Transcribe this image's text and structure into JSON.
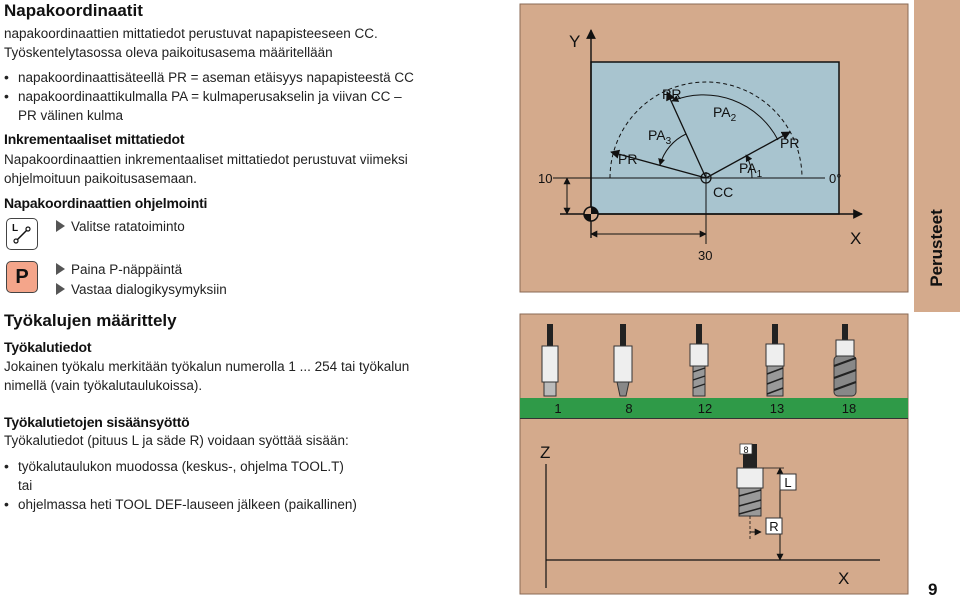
{
  "polar": {
    "title": "Napakoordinaatit",
    "intro_line1": "napakoordinaattien mittatiedot perustuvat napapisteeseen CC.",
    "intro_line2": "Työskentelytasossa oleva paikoitusasema määritellään",
    "bullets": [
      "napakoordinaattisäteellä PR = aseman etäisyys napapisteestä CC",
      "napakoordinaattikulmalla PA = kulmaperusakselin ja viivan CC –"
    ],
    "bullet2_cont": "PR välinen kulma",
    "incr_heading": "Inkrementaaliset mittatiedot",
    "incr_line1": "Napakoordinaattien inkrementaaliset mittatiedot perustuvat viimeksi",
    "incr_line2": "ohjelmoituun  paikoitusasemaan.",
    "prog_heading": "Napakoordinaattien ohjelmointi",
    "step1": "Valitse  ratatoiminto",
    "key_l_label": "L",
    "key_p_label": "P",
    "step2": "Paina  P-näppäintä",
    "step3": "Vastaa  dialogikysymyksiin"
  },
  "tools": {
    "title": "Työkalujen määrittely",
    "data_heading": "Työkalutiedot",
    "data_line1": "Jokainen työkalu merkitään työkalun numerolla 1 ... 254 tai työkalun",
    "data_line2": "nimellä  (vain  työkalutaulukoissa).",
    "entry_heading": "Työkalutietojen sisäänsyöttö",
    "entry_line": "Työkalutiedot (pituus L ja säde R) voidaan syöttää sisään:",
    "bullet1": "työkalutaulukon muodossa (keskus-, ohjelma TOOL.T)",
    "or": "tai",
    "bullet2": "ohjelmassa heti TOOL DEF-lauseen jälkeen (paikallinen)"
  },
  "diagram1": {
    "y_axis": "Y",
    "x_axis": "X",
    "pr_top": "PR",
    "pa2_base": "PA",
    "pa2_sub": "2",
    "pa3_base": "PA",
    "pa3_sub": "3",
    "pr_right": "PR",
    "pr_left": "PR",
    "pa1_base": "PA",
    "pa1_sub": "1",
    "cc": "CC",
    "y_value": "10",
    "zero_deg": "0°",
    "x_value": "30"
  },
  "diagram2": {
    "tool_numbers": [
      "1",
      "8",
      "12",
      "13",
      "18"
    ],
    "z_axis": "Z",
    "x_axis": "X",
    "tool_label": "8",
    "length_label": "L",
    "radius_label": "R"
  },
  "side_tab": "Perusteet",
  "page_number": "9",
  "colors": {
    "panel_bg": "#d4aa8c",
    "work_area": "#a8c4cf",
    "tool_band": "#2f9a48"
  }
}
